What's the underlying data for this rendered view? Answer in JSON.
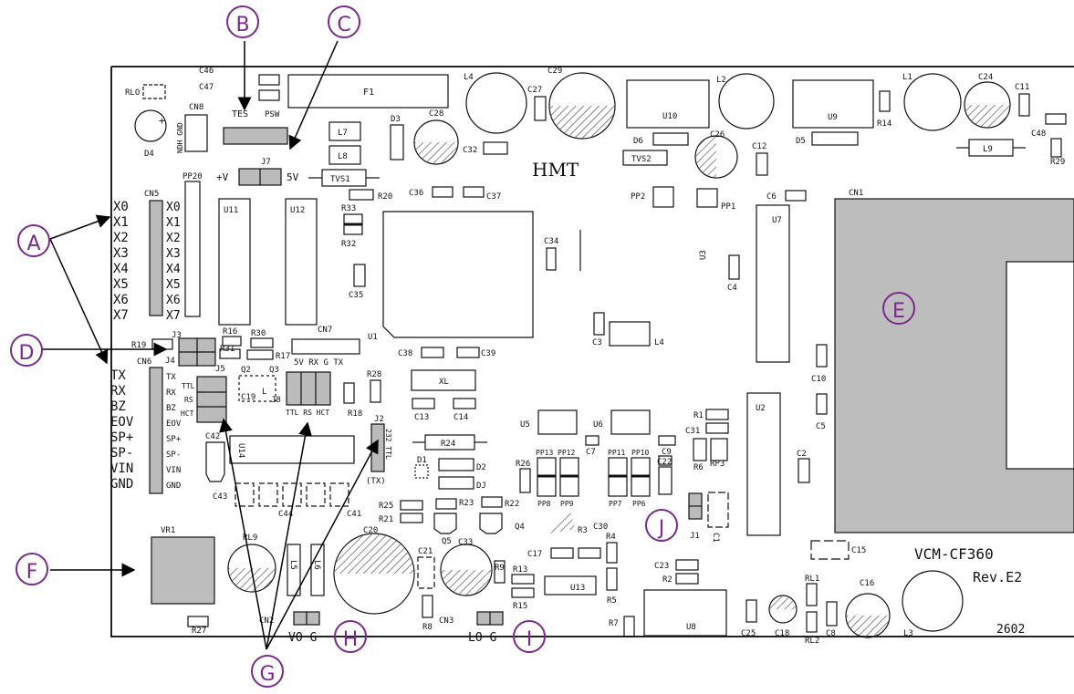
{
  "board": {
    "brand": "HMT",
    "model": "VCM-CF360",
    "revision": "Rev.E2",
    "code": "2602"
  },
  "callouts": [
    "A",
    "B",
    "C",
    "D",
    "E",
    "F",
    "G",
    "H",
    "I",
    "J"
  ],
  "side_labels": {
    "cn5_outer": [
      "X0",
      "X1",
      "X2",
      "X3",
      "X4",
      "X5",
      "X6",
      "X7"
    ],
    "cn5_inner": [
      "X0",
      "X1",
      "X2",
      "X3",
      "X4",
      "X5",
      "X6",
      "X7"
    ],
    "cn6_outer": [
      "TX",
      "RX",
      "BZ",
      "EOV",
      "SP+",
      "SP-",
      "VIN",
      "GND"
    ],
    "cn6_inner": [
      "TX",
      "RX",
      "BZ",
      "EOV",
      "SP+",
      "SP-",
      "VIN",
      "GND"
    ]
  },
  "silk": {
    "rlo": "RLO",
    "c46": "C46",
    "c47": "C47",
    "tes": "TES",
    "psw": "PSW",
    "cn8": "CN8",
    "f1": "F1",
    "d4": "D4",
    "vertical_cn8": "NDH GND",
    "l7": "L7",
    "l8": "L8",
    "d3": "D3",
    "c28": "C28",
    "c32": "C32",
    "j7": "J7",
    "plusv": "+V",
    "v5": "5V",
    "tvs1": "TVS1",
    "r20": "R20",
    "c36": "C36",
    "c37": "C37",
    "pp20": "PP20",
    "cn5": "CN5",
    "u11": "U11",
    "u12": "U12",
    "r33": "R33",
    "r32": "R32",
    "c35": "C35",
    "l4": "L4",
    "c29": "C29",
    "c27": "C27",
    "u10": "U10",
    "l2": "L2",
    "d6": "D6",
    "c26": "C26",
    "c12": "C12",
    "tvs2": "TVS2",
    "pp2": "PP2",
    "pp1": "PP1",
    "l1": "L1",
    "c24": "C24",
    "c11": "C11",
    "u9": "U9",
    "d5": "D5",
    "r14": "R14",
    "l9": "L9",
    "c48": "C48",
    "r29": "R29",
    "c34": "C34",
    "c6": "C6",
    "u7": "U7",
    "cn1": "CN1",
    "c4": "C4",
    "c3": "C3",
    "l4b": "L4",
    "u1": "U1",
    "c38": "C38",
    "c39": "C39",
    "r19": "R19",
    "j3": "J3",
    "j4": "J4",
    "r16": "R16",
    "r30": "R30",
    "r31": "R31",
    "r17": "R17",
    "cn7": "CN7",
    "cn7_pins": "5V RX G TX",
    "cn6": "CN6",
    "j5": "J5",
    "ttl": "TTL",
    "rs": "RS",
    "hct": "HCT",
    "q2": "Q2",
    "q3": "Q3",
    "c19": "C19",
    "j8": "J8",
    "j8_pins": "TTL RS HCT",
    "r28": "R28",
    "r18": "R18",
    "xl": "XL",
    "c13": "C13",
    "c14": "C14",
    "j2": "J2",
    "j2_pins": "232 TTL",
    "c42": "C42",
    "u14": "U14",
    "r24": "R24",
    "d1": "D1",
    "d2": "D2",
    "dj": "DJ",
    "c10": "C10",
    "c5": "C5",
    "c2": "C2",
    "u2": "U2",
    "r1": "R1",
    "c31": "C31",
    "r6": "R6",
    "rp3": "RP3",
    "u5": "U5",
    "u6": "U6",
    "c7": "C7",
    "c9": "C9",
    "r26": "R26",
    "pp13": "PP13",
    "pp12": "PP12",
    "pp11": "PP11",
    "pp10": "PP10",
    "c22": "C22",
    "pp8": "PP8",
    "pp9": "PP9",
    "pp7": "PP7",
    "pp6": "PP6",
    "c43": "C43",
    "c44": "C44",
    "c41": "C41",
    "rtx": "(TX)",
    "r25": "R25",
    "r21": "R21",
    "r23": "R23",
    "r22": "R22",
    "q5": "Q5",
    "q4": "Q4",
    "c30": "C30",
    "r3": "R3",
    "r4": "R4",
    "j1": "J1",
    "c1": "C1",
    "vr1": "VR1",
    "rl9": "RL9",
    "l5": "L5",
    "l6": "L6",
    "c20": "C20",
    "c21": "C21",
    "c33": "C33",
    "c17": "C17",
    "r9": "R9",
    "r13": "R13",
    "r15": "R15",
    "u13": "U13",
    "r5": "R5",
    "c23": "C23",
    "r2": "R2",
    "r8": "R8",
    "cn3": "CN3",
    "r27": "R27",
    "cn2": "CN2",
    "vo_g": "VO G",
    "lo_g": "LO G",
    "r7": "R7",
    "u8": "U8",
    "c25": "C25",
    "c18": "C18",
    "rl1": "RL1",
    "rl2": "RL2",
    "c16": "C16",
    "c8": "C8",
    "l3": "L3",
    "c15": "C15"
  }
}
